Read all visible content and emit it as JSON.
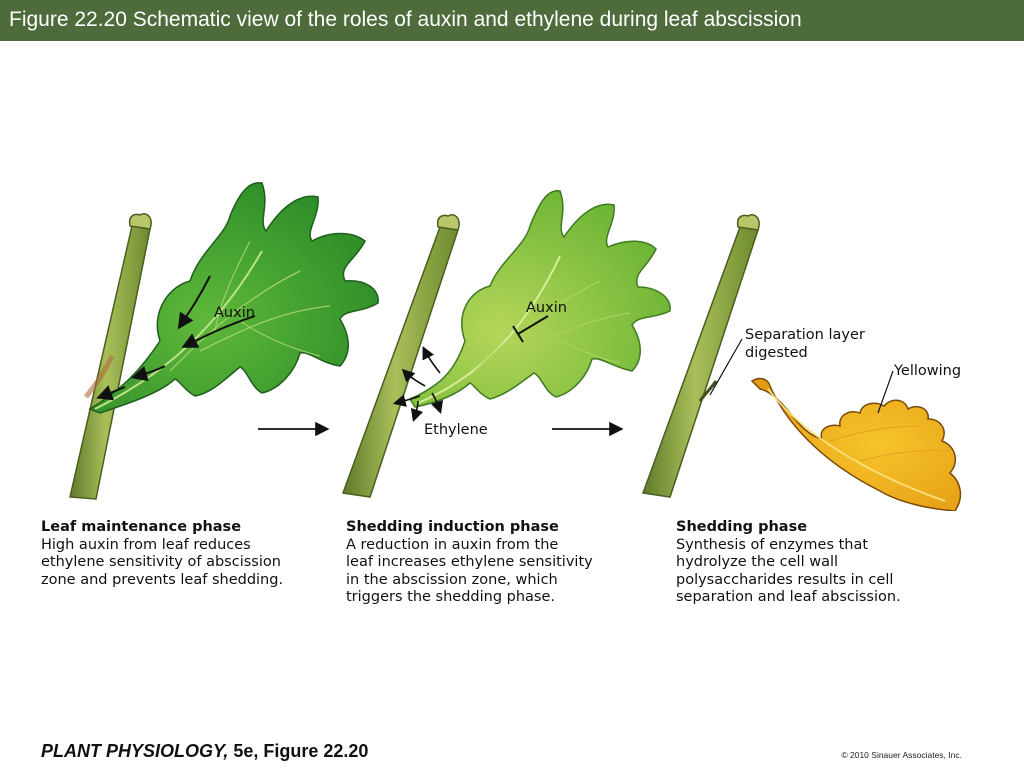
{
  "header": {
    "title": "Figure 22.20  Schematic view of the roles of auxin and ethylene during leaf abscission",
    "bar_color": "#4e6b3c"
  },
  "diagram": {
    "labels": {
      "auxin_1": "Auxin",
      "auxin_2": "Auxin",
      "ethylene": "Ethylene",
      "separation_line1": "Separation layer",
      "separation_line2": "digested",
      "yellowing": "Yellowing"
    },
    "colors": {
      "leaf_dark": "#2e8f2a",
      "leaf_light": "#8cc63f",
      "leaf_yellow": "#f2b41c",
      "stem": "#8fa84a",
      "stem_dark": "#5f7a2a"
    }
  },
  "captions": [
    {
      "title": "Leaf maintenance phase",
      "lines": [
        "High auxin from leaf reduces",
        "ethylene sensitivity of abscission",
        "zone and prevents leaf shedding."
      ]
    },
    {
      "title": "Shedding induction phase",
      "lines": [
        "A reduction in auxin from the",
        "leaf increases ethylene sensitivity",
        "in the abscission zone, which",
        "triggers the shedding phase."
      ]
    },
    {
      "title": "Shedding phase",
      "lines": [
        "Synthesis of enzymes that",
        "hydrolyze the cell wall",
        "polysaccharides results in cell",
        "separation and leaf abscission."
      ]
    }
  ],
  "footer": {
    "book": "PLANT PHYSIOLOGY,",
    "edition": " 5e, Figure 22.20",
    "copyright": "© 2010 Sinauer Associates, Inc."
  }
}
